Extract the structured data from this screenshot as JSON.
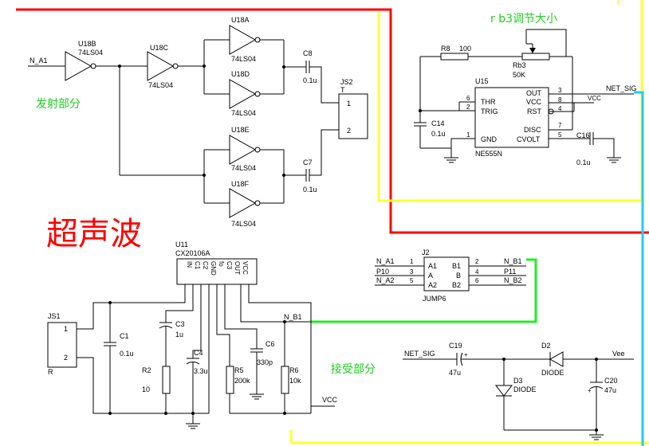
{
  "annotations": {
    "emit": "发射部分",
    "receive": "接受部分",
    "ultrasonic": "超声波",
    "rb3_note": "r b3调节大小"
  },
  "components": {
    "u18b": {
      "ref": "U18B",
      "part": "74LS04"
    },
    "u18c": {
      "ref": "U18C",
      "part": "74LS04"
    },
    "u18a": {
      "ref": "U18A",
      "part": "74LS04"
    },
    "u18d": {
      "ref": "U18D",
      "part": "74LS04"
    },
    "u18e": {
      "ref": "U18E",
      "part": "74LS04"
    },
    "u18f": {
      "ref": "U18F",
      "part": "74LS04"
    },
    "c8": {
      "ref": "C8",
      "value": "0.1u"
    },
    "c7": {
      "ref": "C7",
      "value": "0.1u"
    },
    "js2": {
      "ref": "JS2",
      "type": "T",
      "pin1": "1",
      "pin2": "2"
    },
    "r8": {
      "ref": "R8",
      "value": "100"
    },
    "rb3": {
      "ref": "Rb3",
      "value": "50K"
    },
    "u15": {
      "ref": "U15",
      "part": "NE555N",
      "pins": {
        "thr": "THR",
        "trig": "TRIG",
        "gnd": "GND",
        "out": "OUT",
        "vcc": "VCC",
        "rst": "RST",
        "disc": "DISC",
        "cvolt": "CVOLT"
      },
      "pin_numbers": {
        "p6": "6",
        "p2": "2",
        "p1": "1",
        "p3": "3",
        "p8": "8",
        "p4": "4",
        "p7": "7",
        "p5": "5"
      }
    },
    "c14": {
      "ref": "C14",
      "value": "0.1u"
    },
    "c16": {
      "ref": "C16",
      "value": "0.1u"
    },
    "u11": {
      "ref": "U11",
      "part": "CX20106A",
      "pins": [
        "IN",
        "C1",
        "C2",
        "GND",
        "fo",
        "C3",
        "OUT",
        "VCC"
      ]
    },
    "js1": {
      "ref": "JS1",
      "type": "R",
      "pin1": "1",
      "pin2": "2"
    },
    "c1": {
      "ref": "C1",
      "value": "0.1u"
    },
    "r2": {
      "ref": "R2",
      "value": "10"
    },
    "c3": {
      "ref": "C3",
      "value": "1u"
    },
    "c4": {
      "ref": "C4",
      "value": "3.3u"
    },
    "r5": {
      "ref": "R5",
      "value": "200k"
    },
    "c6": {
      "ref": "C6",
      "value": "330p"
    },
    "r6": {
      "ref": "R6",
      "value": "10k"
    },
    "j2": {
      "ref": "J2",
      "part": "JUMP6",
      "pins": {
        "a1": "A1",
        "a": "A",
        "a2": "A2",
        "b1": "B1",
        "b": "B",
        "b2": "B2"
      },
      "pin_numbers": {
        "p1": "1",
        "p3": "3",
        "p5": "5",
        "p2": "2",
        "p4": "4",
        "p6": "6"
      }
    },
    "c19": {
      "ref": "C19",
      "value": "47u"
    },
    "c20": {
      "ref": "C20",
      "value": "47u"
    },
    "d2": {
      "ref": "D2",
      "part": "DIODE"
    },
    "d3": {
      "ref": "D3",
      "part": "DIODE"
    }
  },
  "nets": {
    "n_a1": "N_A1",
    "n_a2": "N_A2",
    "p10": "P10",
    "p11": "P11",
    "n_b1": "N_B1",
    "n_b2": "N_B2",
    "net_sig": "NET_SIG",
    "vcc": "VCC",
    "vee": "Vee",
    "plus": "+"
  },
  "colors": {
    "red": "#ff0000",
    "yellow": "#ffff33",
    "cyan": "#22ccee",
    "green": "#22cc22"
  }
}
